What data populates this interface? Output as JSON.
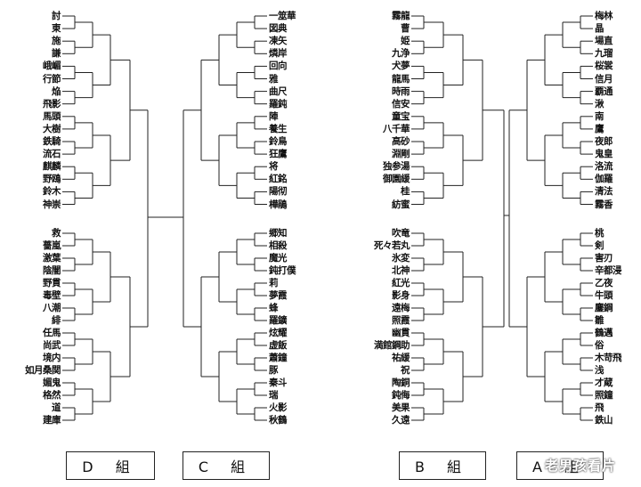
{
  "groups": [
    {
      "id": "d",
      "label": "D 組",
      "side": "left",
      "names_top": [
        "討",
        "東",
        "施",
        "謙",
        "峨嵋",
        "行節",
        "焔",
        "飛影",
        "馬頭",
        "大樹",
        "鉄騎",
        "流石",
        "麒麟",
        "野鴎",
        "鈴木",
        "神崇"
      ],
      "names_bottom": [
        "救",
        "薔嵐",
        "激葉",
        "陰闇",
        "野貫",
        "毒壁",
        "八潮",
        "緋",
        "任馬",
        "尚武",
        "境内",
        "如月桑関",
        "媚鬼",
        "格然",
        "道",
        "建庫"
      ]
    },
    {
      "id": "c",
      "label": "C 組",
      "side": "right",
      "names_top": [
        "一筮華",
        "図典",
        "凍矢",
        "燐岸",
        "回向",
        "雅",
        "曲尺",
        "羅鈍",
        "陣",
        "養生",
        "鈴鳥",
        "狂鷹",
        "将",
        "紅銘",
        "陽彻",
        "樺鵑"
      ],
      "names_bottom": [
        "郷知",
        "相殺",
        "魔光",
        "鈍打僕",
        "莉",
        "夢霞",
        "蜂",
        "羅鑛",
        "炫耀",
        "虚飯",
        "蕭鐘",
        "豚",
        "秦斗",
        "瑞",
        "火影",
        "秋鶴"
      ]
    },
    {
      "id": "b",
      "label": "B 組",
      "side": "left",
      "names_top": [
        "霧龍",
        "曹",
        "姫",
        "九浄",
        "犬夢",
        "龍馬",
        "時雨",
        "信安",
        "童宝",
        "八千華",
        "高砂",
        "淵剛",
        "独参湯",
        "御園緩",
        "桂",
        "紡蜜"
      ],
      "names_bottom": [
        "吹竜",
        "死々若丸",
        "氷変",
        "北神",
        "紅光",
        "影身",
        "遠梅",
        "照霞",
        "幽貫",
        "満館鋼助",
        "祐緩",
        "祝",
        "陶銅",
        "鈍侮",
        "美果",
        "久遠"
      ]
    },
    {
      "id": "a",
      "label": "A 組",
      "side": "right",
      "names_top": [
        "梅林",
        "晶",
        "場直",
        "九瑠",
        "桜裳",
        "信月",
        "覇通",
        "湫",
        "南",
        "鷹",
        "夜郎",
        "鬼皇",
        "洛流",
        "伽羅",
        "清法",
        "霧香"
      ],
      "names_bottom": [
        "桃",
        "剣",
        "害刃",
        "辛都浸",
        "乙夜",
        "牛頭",
        "鏖鋼",
        "雛",
        "鶴邁",
        "俗",
        "木苛飛",
        "浅",
        "才蔵",
        "照鐘",
        "飛",
        "鉄山"
      ]
    }
  ],
  "watermark": "老男孩看片"
}
